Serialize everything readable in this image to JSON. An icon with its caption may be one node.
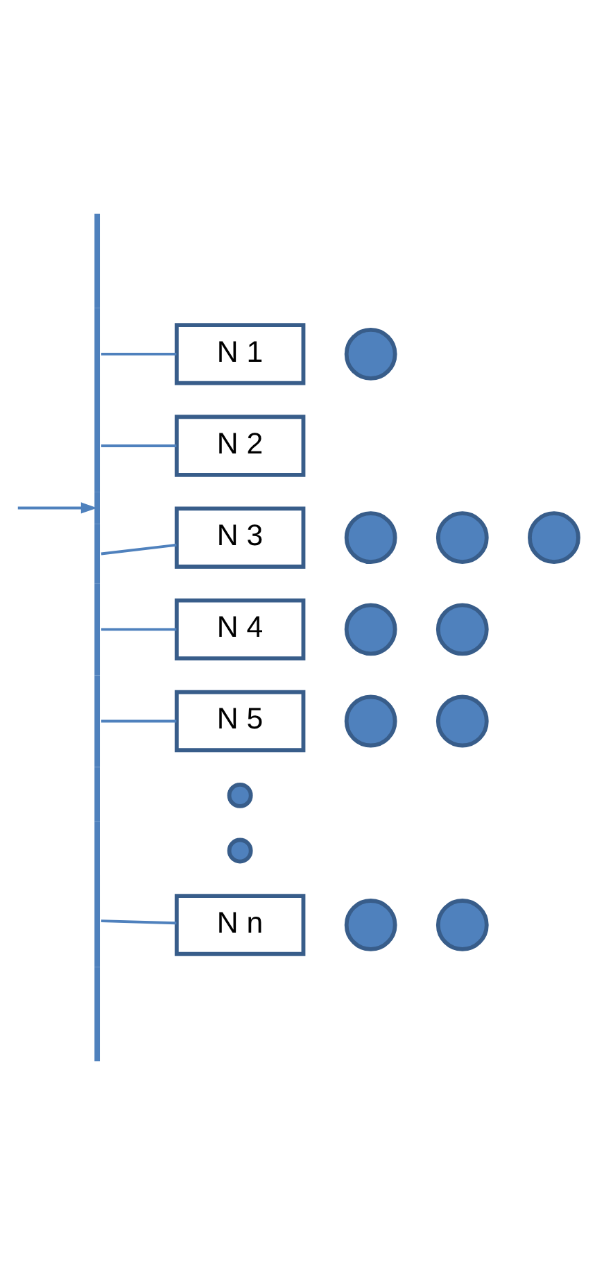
{
  "diagram": {
    "nodes": [
      {
        "text": [],
        "shape": "bar"
      },
      {
        "text": [
          "N 1"
        ]
      },
      {
        "text": [],
        "shape": "circle"
      },
      {
        "text": [
          "N 2"
        ]
      },
      {
        "text": [
          "N 3"
        ]
      },
      {
        "text": [],
        "shape": "circle"
      },
      {
        "text": [],
        "shape": "circle"
      },
      {
        "text": [],
        "shape": "circle"
      },
      {
        "text": [
          "N 4"
        ]
      },
      {
        "text": [],
        "shape": "circle"
      },
      {
        "text": [],
        "shape": "circle"
      },
      {
        "text": [
          "N 5"
        ]
      },
      {
        "text": [],
        "shape": "circle"
      },
      {
        "text": [],
        "shape": "circle"
      },
      {
        "text": [],
        "shape": "circle"
      },
      {
        "text": [],
        "shape": "circle"
      },
      {
        "text": [
          "N n"
        ]
      },
      {
        "text": [],
        "shape": "circle"
      },
      {
        "text": [],
        "shape": "circle"
      }
    ],
    "edges": [
      {
        "from": null,
        "to": 0,
        "arrow": "to"
      },
      {
        "from": 0,
        "to": 1,
        "arrow": "none"
      },
      {
        "from": 0,
        "to": 3,
        "arrow": "none"
      },
      {
        "from": 0,
        "to": 4,
        "arrow": "none"
      },
      {
        "from": 0,
        "to": 8,
        "arrow": "none"
      },
      {
        "from": 0,
        "to": 11,
        "arrow": "none"
      },
      {
        "from": 0,
        "to": 16,
        "arrow": "none"
      }
    ]
  }
}
